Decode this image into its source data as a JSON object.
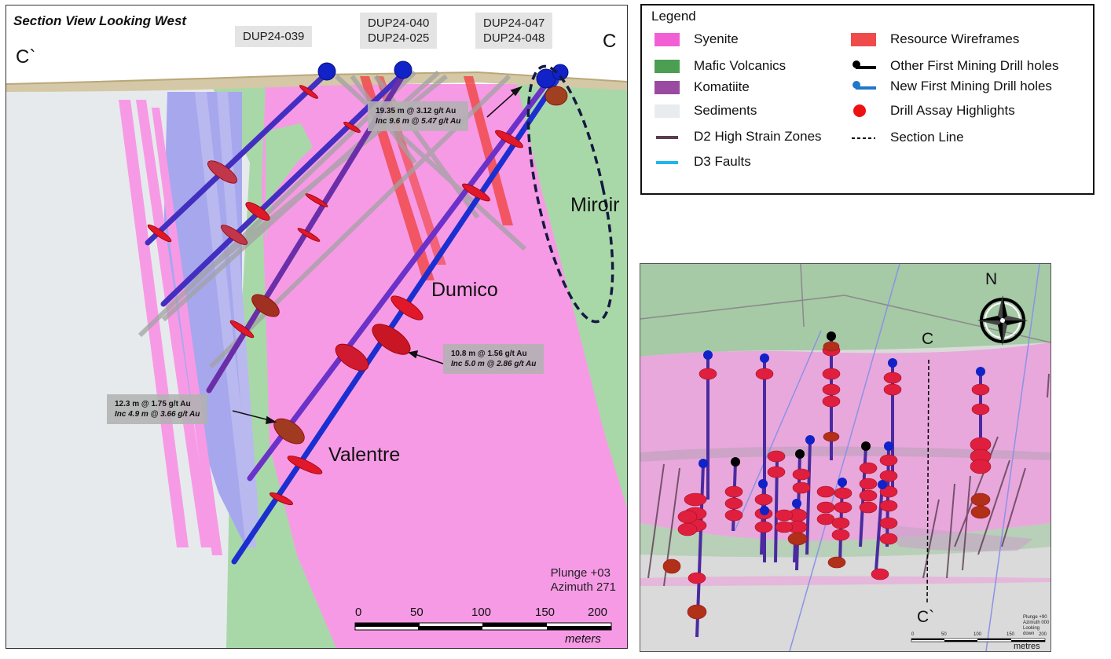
{
  "section": {
    "title": "Section View Looking West",
    "corner_left": "C`",
    "corner_right": "C",
    "hole_tags": [
      {
        "lines": [
          "DUP24-039"
        ]
      },
      {
        "lines": [
          "DUP24-040",
          "DUP24-025"
        ]
      },
      {
        "lines": [
          "DUP24-047",
          "DUP24-048"
        ]
      }
    ],
    "callouts": [
      {
        "main": "19.35 m @ 3.12 g/t Au",
        "inc": "Inc 9.6 m @ 5.47 g/t Au"
      },
      {
        "main": "10.8 m @ 1.56 g/t Au",
        "inc": "Inc 5.0 m @ 2.86 g/t Au"
      },
      {
        "main": "12.3 m @ 1.75 g/t Au",
        "inc": "Inc 4.9 m @ 3.66 g/t Au"
      }
    ],
    "zones": {
      "miroir": "Miroir",
      "dumico": "Dumico",
      "valentre": "Valentre"
    },
    "plunge": "Plunge +03",
    "azimuth": "Azimuth 271",
    "scale": {
      "ticks": [
        "0",
        "50",
        "100",
        "150",
        "200"
      ],
      "unit": "meters"
    }
  },
  "legend": {
    "title": "Legend",
    "items": [
      {
        "label": "Syenite",
        "symbol": "swatch",
        "color": "#f25fd5"
      },
      {
        "label": "Mafic Volcanics",
        "symbol": "swatch",
        "color": "#4c9e52"
      },
      {
        "label": "Komatiite",
        "symbol": "swatch",
        "color": "#9a4aa0"
      },
      {
        "label": "Sediments",
        "symbol": "swatch",
        "color": "#e8ecee"
      },
      {
        "label": "D2 High Strain Zones",
        "symbol": "line",
        "color": "#5a3d50"
      },
      {
        "label": "D3 Faults",
        "symbol": "line",
        "color": "#1fb6e8"
      },
      {
        "label": "Resource Wireframes",
        "symbol": "swatch",
        "color": "#ef4b4b"
      },
      {
        "label": "Other First Mining Drill holes",
        "symbol": "line-dot",
        "color": "#000000"
      },
      {
        "label": "New First Mining Drill holes",
        "symbol": "line-dot",
        "color": "#1f78c8"
      },
      {
        "label": "Drill Assay Highlights",
        "symbol": "dot",
        "color": "#ee1111"
      },
      {
        "label": "Section Line",
        "symbol": "dashed",
        "color": "#000000"
      }
    ]
  },
  "plan": {
    "north": "N",
    "c_top": "C",
    "c_bottom": "C`",
    "mini": {
      "lines": [
        "Plunge +90",
        "Azimuth 000",
        "Looking down"
      ],
      "ticks": [
        "0",
        "50",
        "100",
        "150",
        "200"
      ],
      "unit": "metres"
    }
  }
}
